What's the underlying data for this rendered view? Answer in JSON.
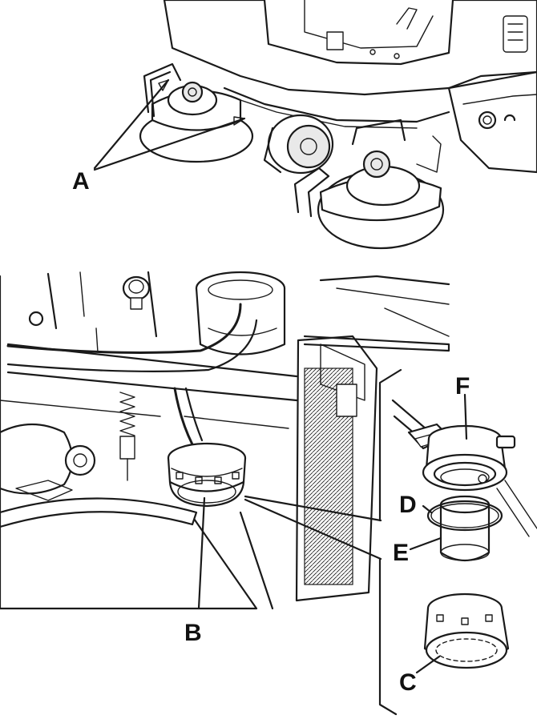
{
  "callouts": {
    "A": "A",
    "B": "B",
    "C": "C",
    "D": "D",
    "E": "E",
    "F": "F"
  },
  "colors": {
    "line": "#1a1a1a",
    "background": "#ffffff",
    "shade": "#bdbdbd"
  }
}
